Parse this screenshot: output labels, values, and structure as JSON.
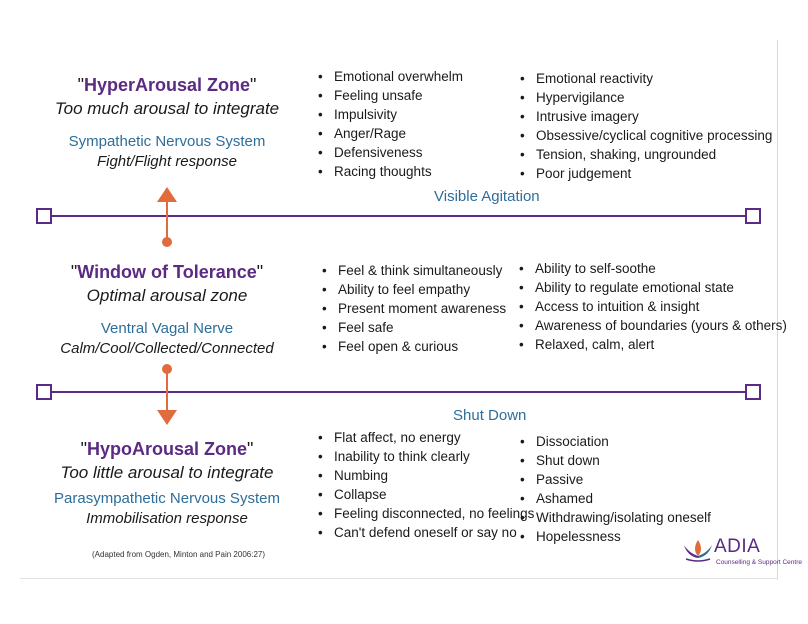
{
  "colors": {
    "purple": "#5b2a82",
    "blue": "#2d6e99",
    "orange": "#e06b3c"
  },
  "zones": {
    "hyper": {
      "title": "HyperArousal Zone",
      "subtitle": "Too much arousal to integrate",
      "nerve": "Sympathetic Nervous System",
      "response": "Fight/Flight response",
      "col1": [
        "Emotional overwhelm",
        "Feeling unsafe",
        "Impulsivity",
        "Anger/Rage",
        "Defensiveness",
        "Racing thoughts"
      ],
      "col2": [
        "Emotional reactivity",
        "Hypervigilance",
        "Intrusive imagery",
        "Obsessive/cyclical cognitive processing",
        "Tension, shaking, ungrounded",
        "Poor judgement"
      ]
    },
    "window": {
      "title": "Window of Tolerance",
      "subtitle": "Optimal arousal zone",
      "nerve": "Ventral Vagal Nerve",
      "response": "Calm/Cool/Collected/Connected",
      "col1": [
        "Feel & think simultaneously",
        "Ability to feel empathy",
        "Present moment awareness",
        "Feel safe",
        "Feel open & curious"
      ],
      "col2": [
        "Ability to self-soothe",
        "Ability to regulate emotional state",
        "Access to intuition & insight",
        "Awareness of boundaries (yours & others)",
        "Relaxed, calm, alert"
      ]
    },
    "hypo": {
      "title": "HypoArousal Zone",
      "subtitle": "Too little arousal to integrate",
      "nerve": "Parasympathetic Nervous System",
      "response": "Immobilisation response",
      "col1": [
        "Flat affect, no energy",
        "Inability to think clearly",
        "Numbing",
        "Collapse",
        "Feeling disconnected, no feelings",
        "Can't defend oneself or say no"
      ],
      "col2": [
        "Dissociation",
        "Shut down",
        "Passive",
        "Ashamed",
        "Withdrawing/isolating oneself",
        "Hopelessness"
      ]
    }
  },
  "bands": {
    "upper": "Visible Agitation",
    "lower": "Shut Down"
  },
  "footnote": "(Adapted from Ogden, Minton and Pain 2006:27)",
  "logo": {
    "name": "ADIA",
    "tagline": "Counselling & Support Centre",
    "icon": "lotus-icon"
  }
}
